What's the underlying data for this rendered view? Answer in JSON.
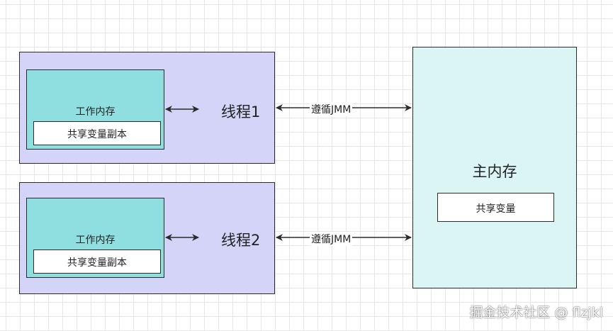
{
  "threads": [
    {
      "name": "线程1",
      "work_memory_label": "工作内存",
      "copy_label": "共享变量副本",
      "arrow_label": "遵循JMM"
    },
    {
      "name": "线程2",
      "work_memory_label": "工作内存",
      "copy_label": "共享变量副本",
      "arrow_label": "遵循JMM"
    }
  ],
  "main_memory": {
    "title": "主内存",
    "shared_var_label": "共享变量"
  },
  "watermark": "掘金技术社区 @ flzjkl",
  "colors": {
    "thread_fill": "#d4d4f8",
    "work_memory_fill": "#8fdfe0",
    "main_memory_fill": "#dbf5f5",
    "stroke": "#2b2b2b"
  }
}
